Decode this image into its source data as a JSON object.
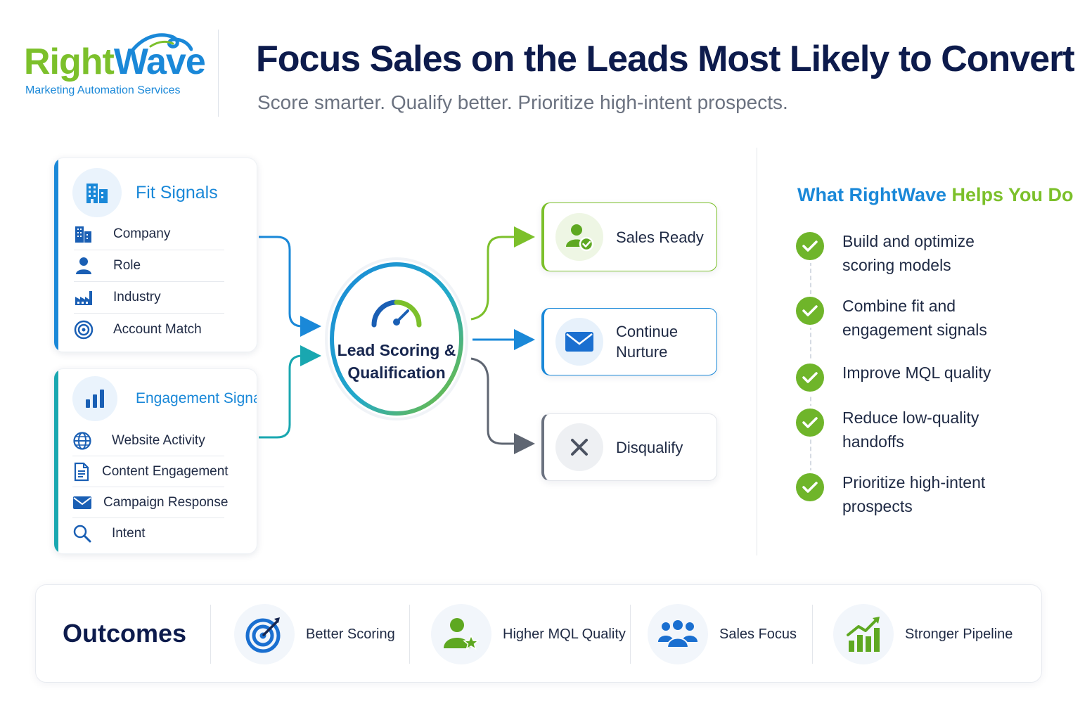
{
  "brand": {
    "logo_text_right": "Right",
    "logo_text_wave": "Wave",
    "tagline": "Marketing Automation Services"
  },
  "header": {
    "title": "Focus Sales on the Leads Most Likely to Convert",
    "subtitle": "Score smarter. Qualify better. Prioritize high-intent prospects."
  },
  "fit_signals": {
    "title": "Fit Signals",
    "items": [
      {
        "label": "Company",
        "icon": "building-icon"
      },
      {
        "label": "Role",
        "icon": "person-icon"
      },
      {
        "label": "Industry",
        "icon": "factory-icon"
      },
      {
        "label": "Account Match",
        "icon": "target-icon"
      }
    ]
  },
  "engagement_signals": {
    "title": "Engagement Signals",
    "items": [
      {
        "label": "Website Activity",
        "icon": "globe-icon"
      },
      {
        "label": "Content Engagement",
        "icon": "document-icon"
      },
      {
        "label": "Campaign Response",
        "icon": "envelope-icon"
      },
      {
        "label": "Intent",
        "icon": "magnifier-icon"
      }
    ]
  },
  "hub": {
    "line1": "Lead Scoring &",
    "line2": "Qualification"
  },
  "results": {
    "sales_ready": "Sales Ready",
    "continue_nurture_1": "Continue",
    "continue_nurture_2": "Nurture",
    "disqualify": "Disqualify"
  },
  "helps": {
    "title_blue": "What RightWave",
    "title_green": "Helps You Do",
    "items": [
      "Build and optimize scoring models",
      "Combine fit and engagement signals",
      "Improve MQL quality",
      "Reduce low-quality handoffs",
      "Prioritize high-intent prospects"
    ]
  },
  "outcomes": {
    "title": "Outcomes",
    "items": [
      {
        "label": "Better Scoring",
        "icon": "target-arrow-icon"
      },
      {
        "label": "Higher MQL Quality",
        "icon": "user-star-icon"
      },
      {
        "label": "Sales Focus",
        "icon": "team-icon"
      },
      {
        "label": "Stronger Pipeline",
        "icon": "growth-chart-icon"
      }
    ]
  },
  "colors": {
    "blue": "#1a88d8",
    "green": "#7cc02b",
    "teal": "#19a7b0",
    "navy": "#0d1b4c",
    "gray": "#6b7280"
  }
}
